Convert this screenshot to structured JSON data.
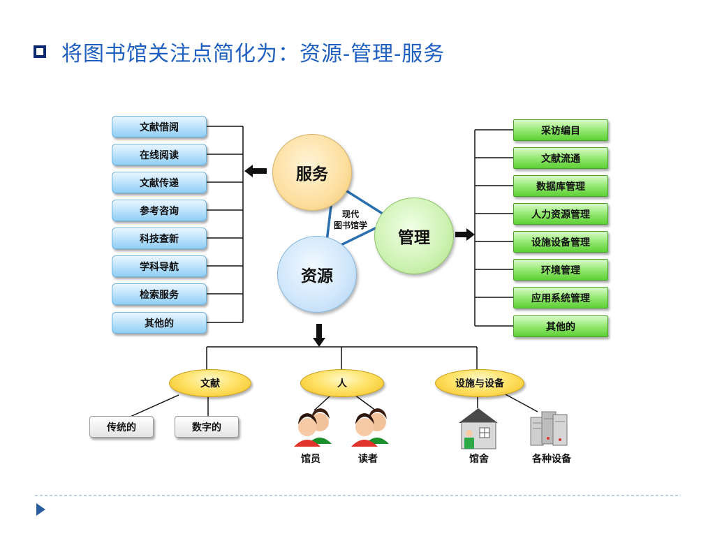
{
  "title": "将图书馆关注点简化为：资源-管理-服务",
  "left_items": [
    "文献借阅",
    "在线阅读",
    "文献传递",
    "参考咨询",
    "科技查新",
    "学科导航",
    "检索服务",
    "其他的"
  ],
  "right_items": [
    "采访编目",
    "文献流通",
    "数据库管理",
    "人力资源管理",
    "设施设备管理",
    "环境管理",
    "应用系统管理",
    "其他的"
  ],
  "center": {
    "service": "服务",
    "manage": "管理",
    "resource": "资源",
    "hub_line1": "现代",
    "hub_line2": "图书馆学"
  },
  "categories": {
    "literature": "文献",
    "people": "人",
    "facilities": "设施与设备"
  },
  "subitems": {
    "traditional": "传统的",
    "digital": "数字的",
    "librarian": "馆员",
    "reader": "读者",
    "building": "馆舍",
    "equipment": "各种设备"
  },
  "colors": {
    "title": "#1f5fbf",
    "left_box": "#9fd6f7",
    "right_box": "#6fd846",
    "oval": "#ffd83a",
    "triangle_arrow": "#2a6fb0"
  },
  "icons": [
    "title-bullet-icon",
    "arrow-left-icon",
    "arrow-right-icon",
    "arrow-down-icon",
    "librarian-icon",
    "reader-icon",
    "building-icon",
    "equipment-icon",
    "slide-nav-arrow-icon"
  ]
}
